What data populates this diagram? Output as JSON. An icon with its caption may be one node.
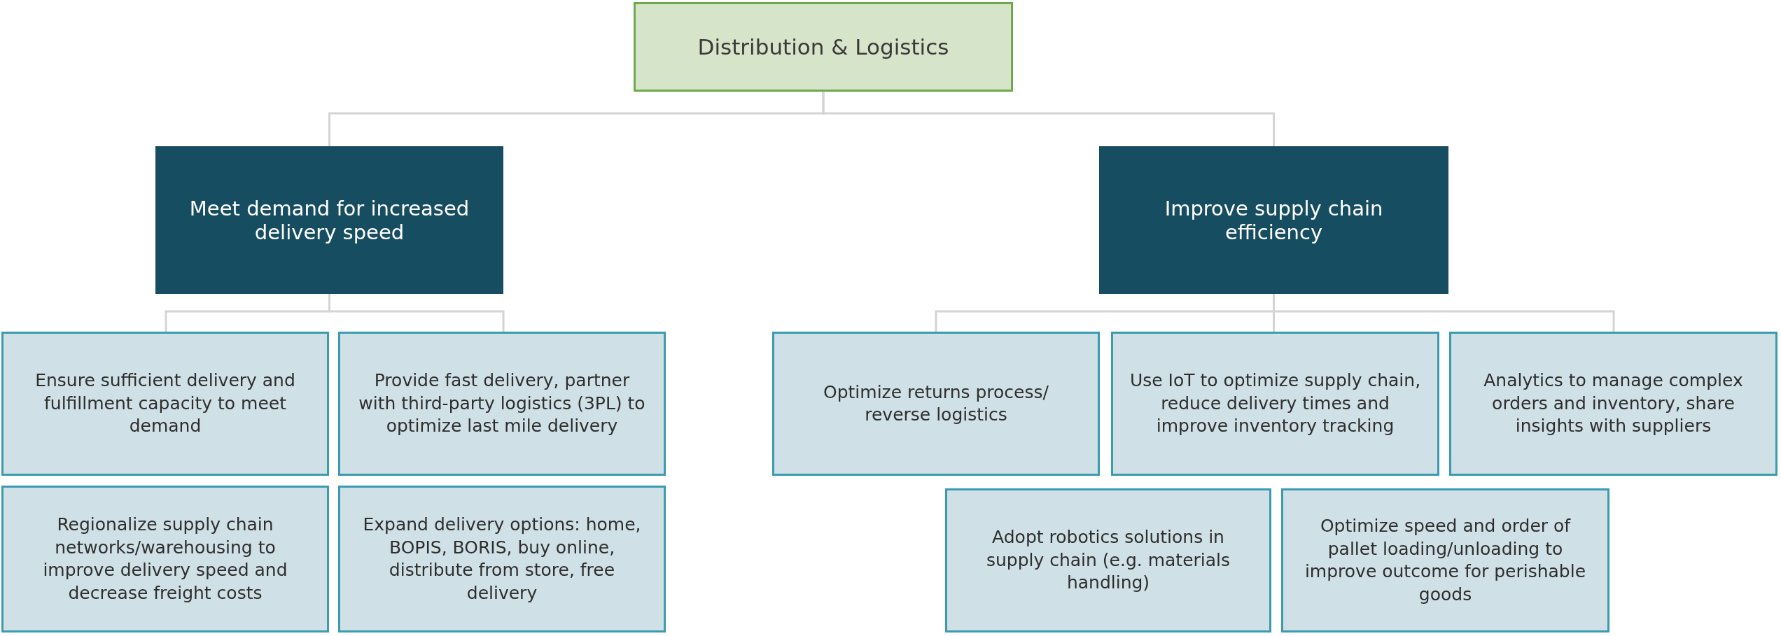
{
  "diagram": {
    "nodes": [
      {
        "text": [
          "Distribution & Logistics"
        ]
      },
      {
        "text": [
          "Meet demand for increased delivery speed"
        ]
      },
      {
        "text": [
          "Improve supply chain efficiency"
        ]
      },
      {
        "text": [
          "Ensure sufficient delivery and fulfillment capacity to meet demand"
        ]
      },
      {
        "text": [
          "Provide fast delivery, partner with third-party logistics (3PL) to optimize last mile delivery"
        ]
      },
      {
        "text": [
          "Regionalize supply chain networks/warehousing to improve delivery speed and decrease freight costs"
        ]
      },
      {
        "text": [
          "Expand delivery options: home, BOPIS, BORIS, buy online, distribute from store, free delivery"
        ]
      },
      {
        "text": [
          "Optimize returns process/ reverse logistics"
        ]
      },
      {
        "text": [
          "Use IoT to optimize supply chain, reduce delivery times and improve inventory tracking"
        ]
      },
      {
        "text": [
          "Analytics to manage complex orders and inventory, share insights with suppliers"
        ]
      },
      {
        "text": [
          "Adopt robotics solutions in supply chain (e.g. materials handling)"
        ]
      },
      {
        "text": [
          "Optimize speed and order of pallet loading/unloading to improve outcome for perishable goods"
        ]
      }
    ],
    "edges": [
      {
        "from": 0,
        "to": 1,
        "arrow": "none"
      },
      {
        "from": 0,
        "to": 2,
        "arrow": "none"
      },
      {
        "from": 1,
        "to": 3,
        "arrow": "none"
      },
      {
        "from": 1,
        "to": 4,
        "arrow": "none"
      },
      {
        "from": 2,
        "to": 7,
        "arrow": "none"
      },
      {
        "from": 2,
        "to": 8,
        "arrow": "none"
      },
      {
        "from": 2,
        "to": 9,
        "arrow": "none"
      }
    ]
  }
}
